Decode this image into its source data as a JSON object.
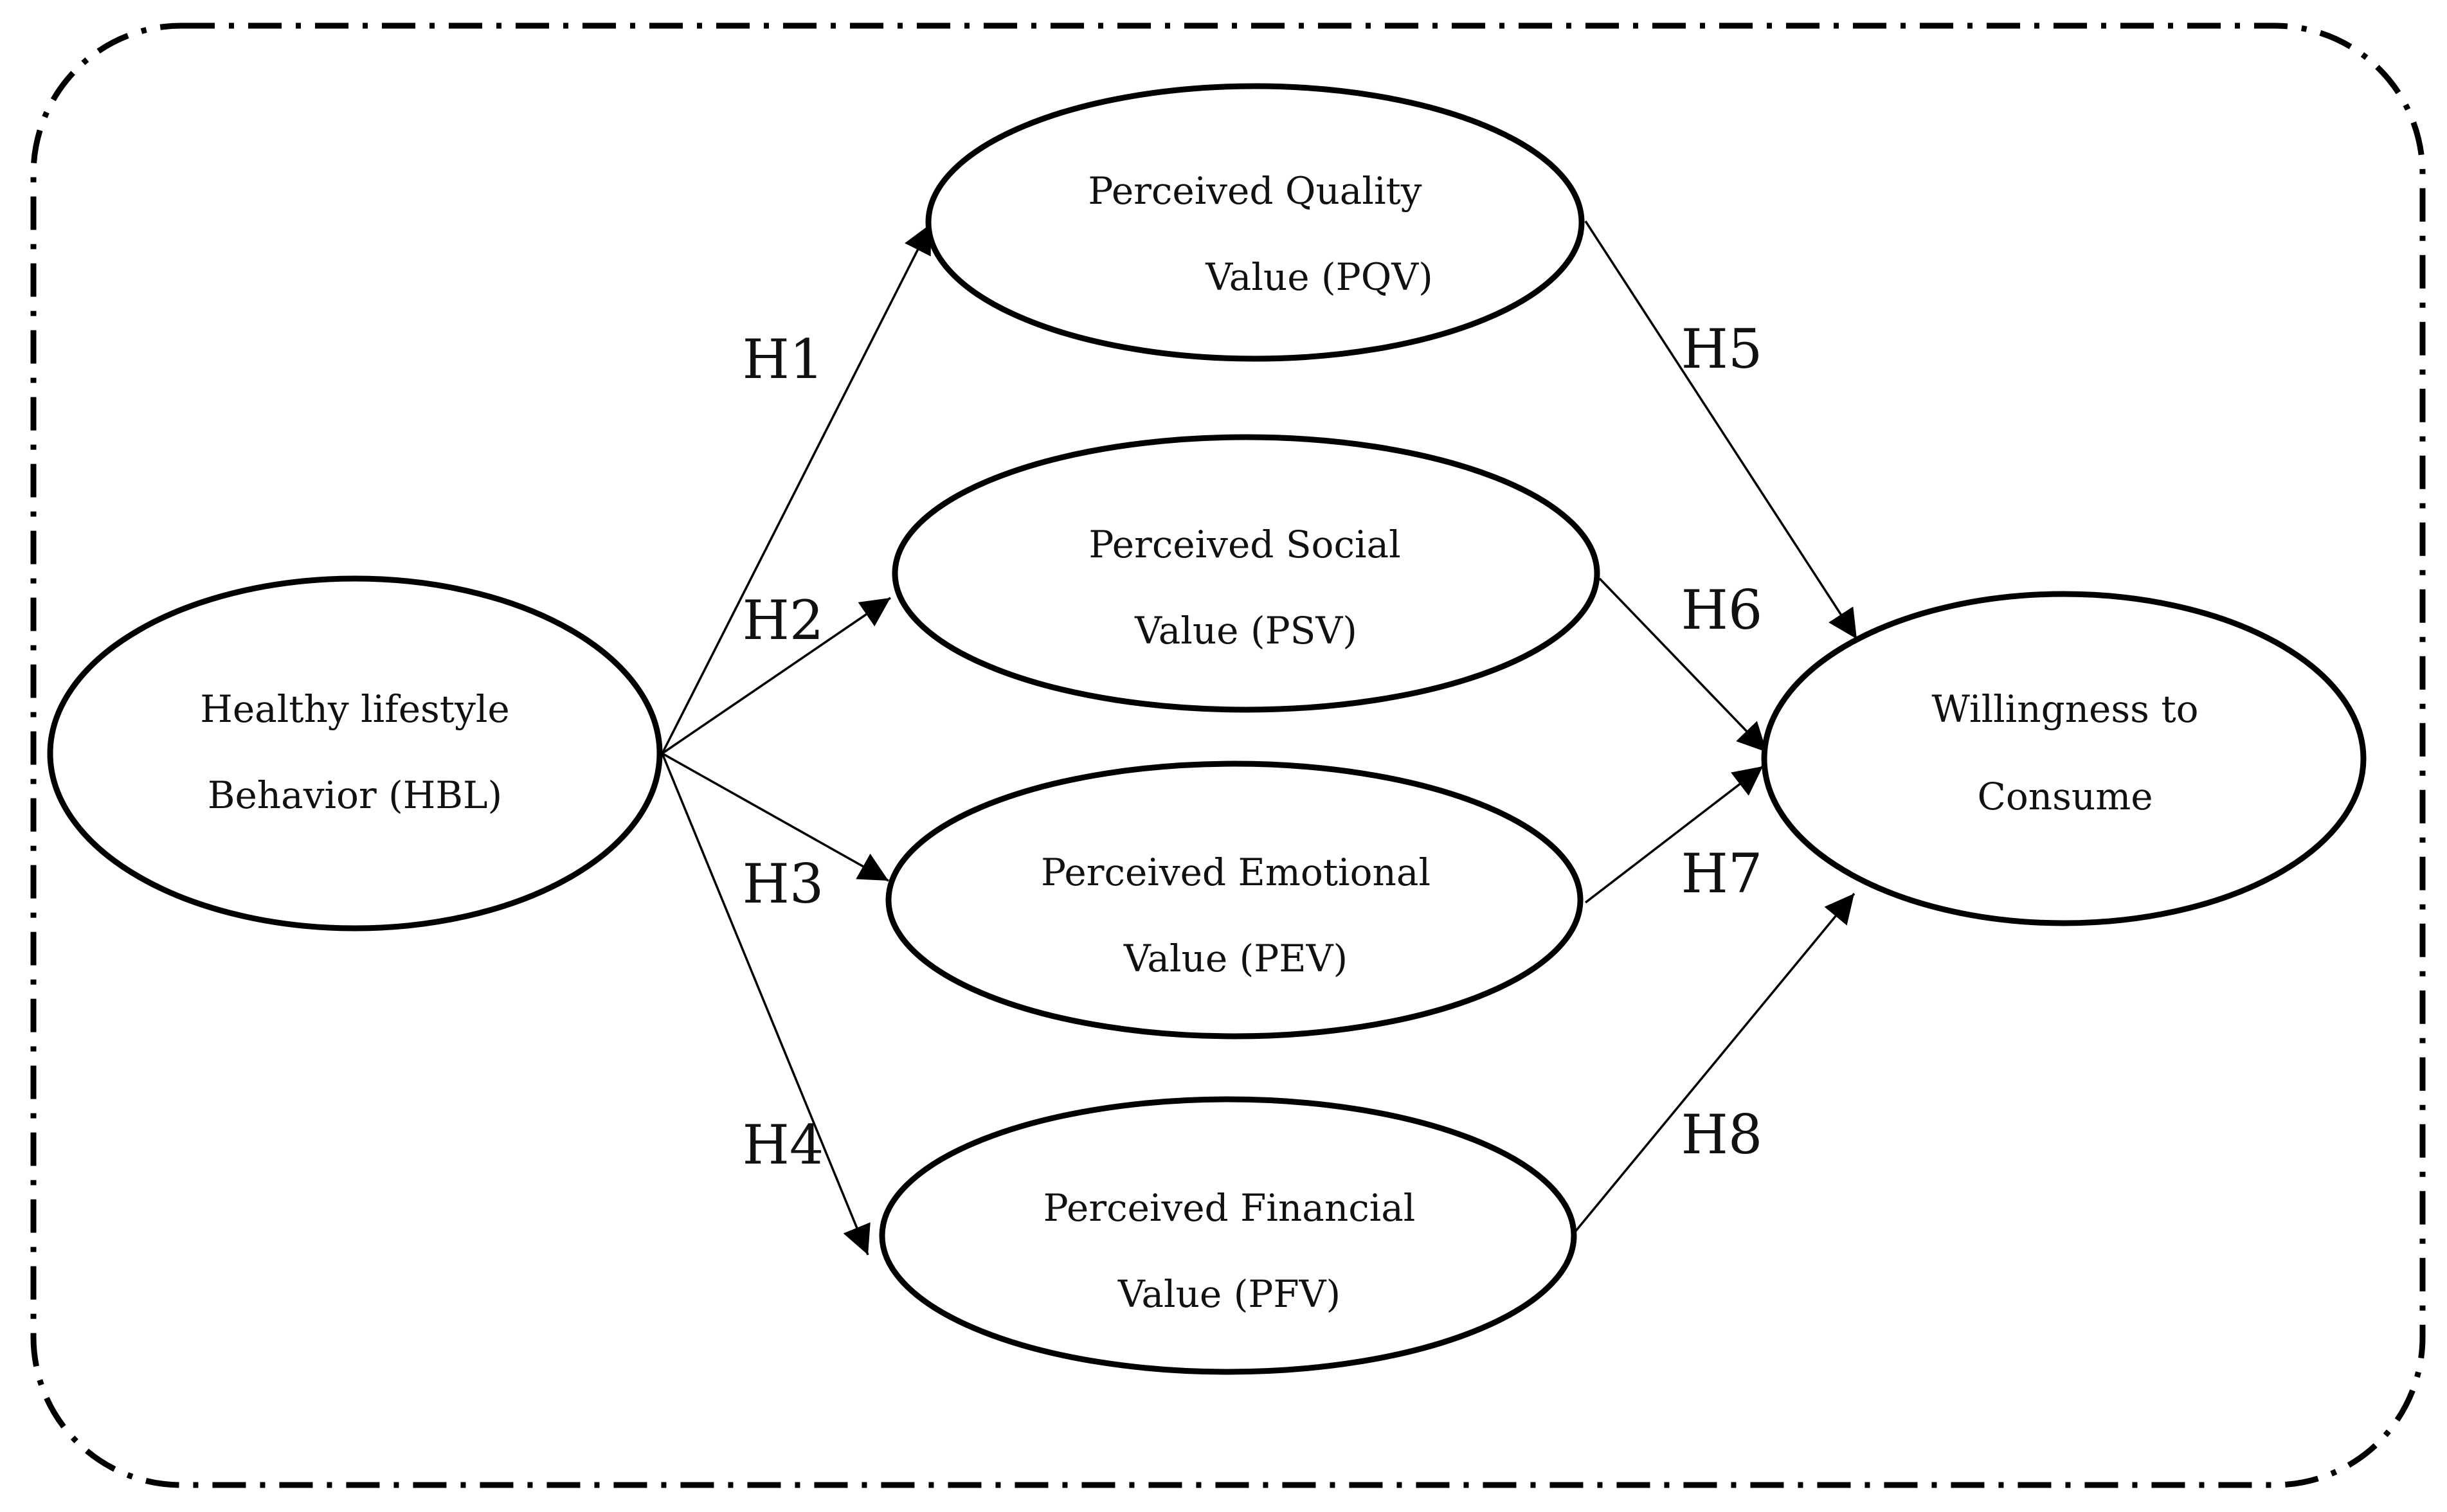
{
  "nodes": {
    "hbl": {
      "line1": "Healthy lifestyle",
      "line2": "Behavior (HBL)"
    },
    "pqv": {
      "line1": "Perceived Quality",
      "line2": "Value (PQV)"
    },
    "psv": {
      "line1": "Perceived Social",
      "line2": "Value (PSV)"
    },
    "pev": {
      "line1": "Perceived Emotional",
      "line2": "Value (PEV)"
    },
    "pfv": {
      "line1": "Perceived Financial",
      "line2": "Value (PFV)"
    },
    "wtc": {
      "line1": "Willingness to",
      "line2": "Consume"
    }
  },
  "hypotheses": {
    "h1": "H1",
    "h2": "H2",
    "h3": "H3",
    "h4": "H4",
    "h5": "H5",
    "h6": "H6",
    "h7": "H7",
    "h8": "H8"
  },
  "edges": [
    {
      "id": "h1",
      "from": "hbl",
      "to": "pqv"
    },
    {
      "id": "h2",
      "from": "hbl",
      "to": "psv"
    },
    {
      "id": "h3",
      "from": "hbl",
      "to": "pev"
    },
    {
      "id": "h4",
      "from": "hbl",
      "to": "pfv"
    },
    {
      "id": "h5",
      "from": "pqv",
      "to": "wtc"
    },
    {
      "id": "h6",
      "from": "psv",
      "to": "wtc"
    },
    {
      "id": "h7",
      "from": "pev",
      "to": "wtc"
    },
    {
      "id": "h8",
      "from": "pfv",
      "to": "wtc"
    }
  ],
  "colors": {
    "stroke": "#000000",
    "background": "#ffffff",
    "text": "#111111"
  }
}
